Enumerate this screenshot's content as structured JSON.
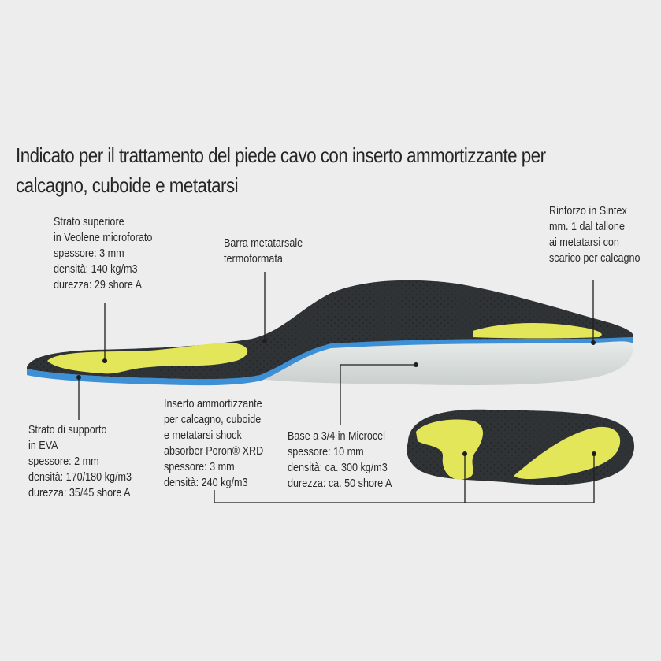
{
  "title": {
    "line1": "Indicato per il trattamento del piede cavo con inserto ammortizzante per",
    "line2": "calcagno, cuboide e metatarsi"
  },
  "labels": {
    "top_layer": [
      "Strato superiore",
      "in Veolene microforato",
      "spessore: 3 mm",
      "densità: 140 kg/m3",
      "durezza: 29 shore A"
    ],
    "metatarsal_bar": [
      "Barra metatarsale",
      "termoformata"
    ],
    "reinforcement": [
      "Rinforzo in Sintex",
      "mm. 1 dal tallone",
      "ai metatarsi con",
      "scarico per calcagno"
    ],
    "support_layer": [
      "Strato di supporto",
      "in EVA",
      "spessore: 2 mm",
      "densità: 170/180 kg/m3",
      "durezza: 35/45 shore A"
    ],
    "shock_insert": [
      "Inserto ammortizzante",
      "per calcagno, cuboide",
      "e metatarsi shock",
      "absorber Poron® XRD",
      "spessore: 3 mm",
      "densità: 240 kg/m3"
    ],
    "base": [
      "Base a 3/4 in Microcel",
      "spessore: 10 mm",
      "densità: ca. 300 kg/m3",
      "durezza: ca. 50 shore A"
    ]
  },
  "colors": {
    "background": "#ededed",
    "top_layer": "#2f3336",
    "insert_yellow": "#e4e65a",
    "eva_blue": "#3d8fd6",
    "microcel_base": "#dfe3e2",
    "leader_line": "#1e1e1e"
  }
}
